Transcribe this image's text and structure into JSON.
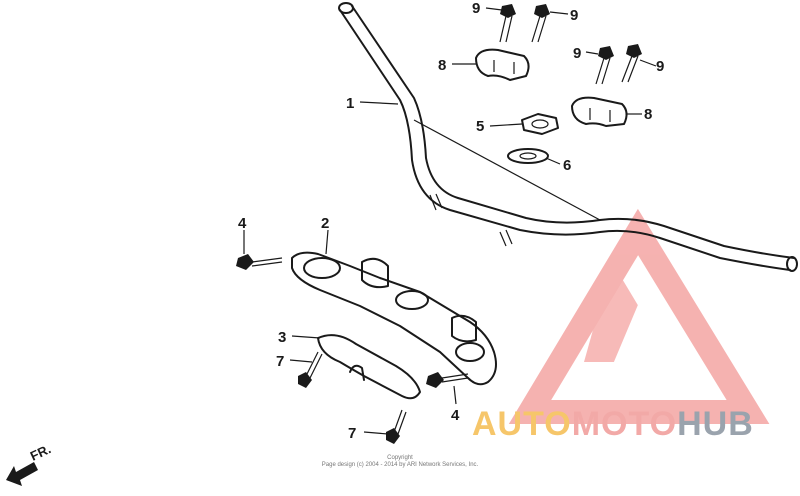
{
  "diagram": {
    "callouts": [
      {
        "id": "c1",
        "label": "1"
      },
      {
        "id": "c2",
        "label": "2"
      },
      {
        "id": "c3",
        "label": "3"
      },
      {
        "id": "c4a",
        "label": "4"
      },
      {
        "id": "c4b",
        "label": "4"
      },
      {
        "id": "c5",
        "label": "5"
      },
      {
        "id": "c6",
        "label": "6"
      },
      {
        "id": "c7a",
        "label": "7"
      },
      {
        "id": "c7b",
        "label": "7"
      },
      {
        "id": "c8a",
        "label": "8"
      },
      {
        "id": "c8b",
        "label": "8"
      },
      {
        "id": "c9a",
        "label": "9"
      },
      {
        "id": "c9b",
        "label": "9"
      },
      {
        "id": "c9c",
        "label": "9"
      },
      {
        "id": "c9d",
        "label": "9"
      }
    ],
    "direction_label": "FR.",
    "copyright_line1": "Copyright",
    "copyright_line2": "Page design (c) 2004 - 2014 by ARI Network Services, Inc."
  },
  "watermark": {
    "part1": "AUTO",
    "part2": "MOTO",
    "part3": "HUB",
    "colors": {
      "auto": "#f6c66a",
      "moto": "#f2a9a7",
      "hub": "#9aa3ad",
      "logo": "#f4a5a3"
    }
  }
}
